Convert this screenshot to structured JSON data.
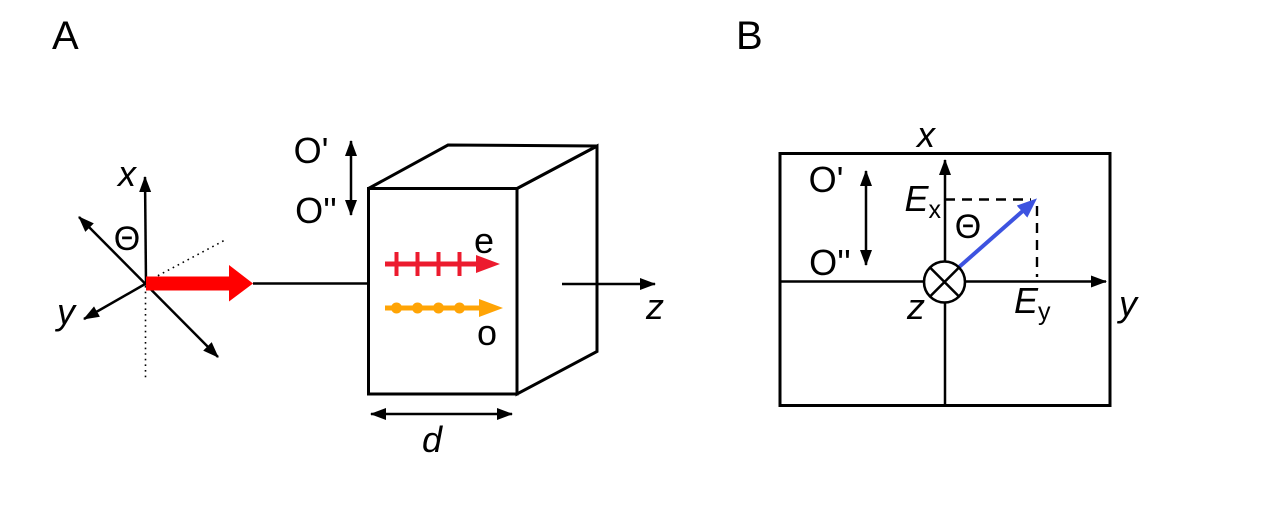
{
  "colors": {
    "beam_red": "#ff0000",
    "e_ray": "#ec1b2e",
    "o_ray": "#ffa405",
    "field_blue": "#3d53e0"
  },
  "panel_a": {
    "label": "A",
    "x_axis": "x",
    "y_axis": "y",
    "z_axis": "z",
    "theta": "Θ",
    "o_prime": "O'",
    "o_double_prime": "O''",
    "e_ray": "e",
    "o_ray": "o",
    "thickness": "d"
  },
  "panel_b": {
    "label": "B",
    "x_axis": "x",
    "y_axis": "y",
    "z_axis": "z",
    "theta": "Θ",
    "o_prime": "O'",
    "o_double_prime": "O''",
    "E_main": "E",
    "Ex_sub": "x",
    "Ey_sub": "y"
  }
}
